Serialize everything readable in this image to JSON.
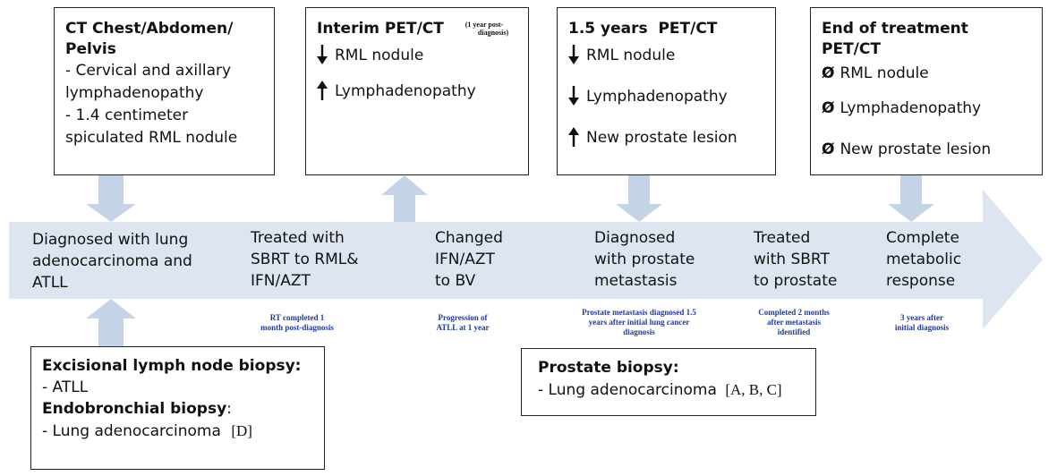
{
  "boxes": {
    "ct": {
      "title_1": "CT Chest/Abdomen/",
      "title_2": "Pelvis",
      "lines": [
        "- Cervical and axillary",
        "lymphadenopathy",
        "- 1.4 centimeter",
        "spiculated RML nodule"
      ]
    },
    "interim": {
      "title": "Interim PET/CT",
      "note_1": "(1 year post-",
      "note_2": "diagnosis)",
      "rows": [
        {
          "dir": "down",
          "text": "RML nodule"
        },
        {
          "dir": "up",
          "text": "Lymphadenopathy"
        }
      ]
    },
    "pet15": {
      "title": "1.5 years  PET/CT",
      "rows": [
        {
          "dir": "down",
          "text": "RML nodule"
        },
        {
          "dir": "down",
          "text": "Lymphadenopathy"
        },
        {
          "dir": "up",
          "text": "New prostate lesion"
        }
      ]
    },
    "end": {
      "title": "End of treatment PET/CT",
      "symbol": "Ø",
      "rows": [
        {
          "text": "RML nodule"
        },
        {
          "text": "Lymphadenopathy"
        },
        {
          "text": "New prostate lesion"
        }
      ]
    },
    "biopsy1": {
      "title_1": "Excisional lymph node biopsy:",
      "line_1": "- ATLL",
      "title_2": "Endobronchial biopsy",
      "colon": ":",
      "line_2": "- Lung adenocarcinoma",
      "ref": "[D]"
    },
    "prostate": {
      "title": "Prostate biopsy:",
      "line": "- Lung adenocarcinoma",
      "ref": "[A, B, C]"
    }
  },
  "timeline": {
    "events": [
      {
        "lines": [
          "Diagnosed with lung",
          "adenocarcinoma and",
          "ATLL"
        ]
      },
      {
        "lines": [
          "Treated with",
          "SBRT to RML&",
          "IFN/AZT"
        ]
      },
      {
        "lines": [
          "Changed",
          "IFN/AZT",
          "to BV"
        ]
      },
      {
        "lines": [
          "Diagnosed",
          "with prostate",
          "metastasis"
        ]
      },
      {
        "lines": [
          "Treated",
          "with SBRT",
          "to prostate"
        ]
      },
      {
        "lines": [
          "Complete",
          "metabolic",
          "response"
        ]
      }
    ],
    "captions": [
      {
        "lines": [
          "RT completed 1",
          "month post-diagnosis"
        ]
      },
      {
        "lines": [
          "Progression of",
          "ATLL at 1 year"
        ]
      },
      {
        "lines": [
          "Prostate metastasis diagnosed 1.5",
          "years after initial lung cancer",
          "diagnosis"
        ]
      },
      {
        "lines": [
          "Completed 2 months",
          "after  metastasis",
          "identified"
        ]
      },
      {
        "lines": [
          "3 years after",
          "initial diagnosis"
        ]
      }
    ]
  },
  "colors": {
    "band": "#dde5f1",
    "connector": "#c5d3e7",
    "caption": "#1f3a9e"
  }
}
